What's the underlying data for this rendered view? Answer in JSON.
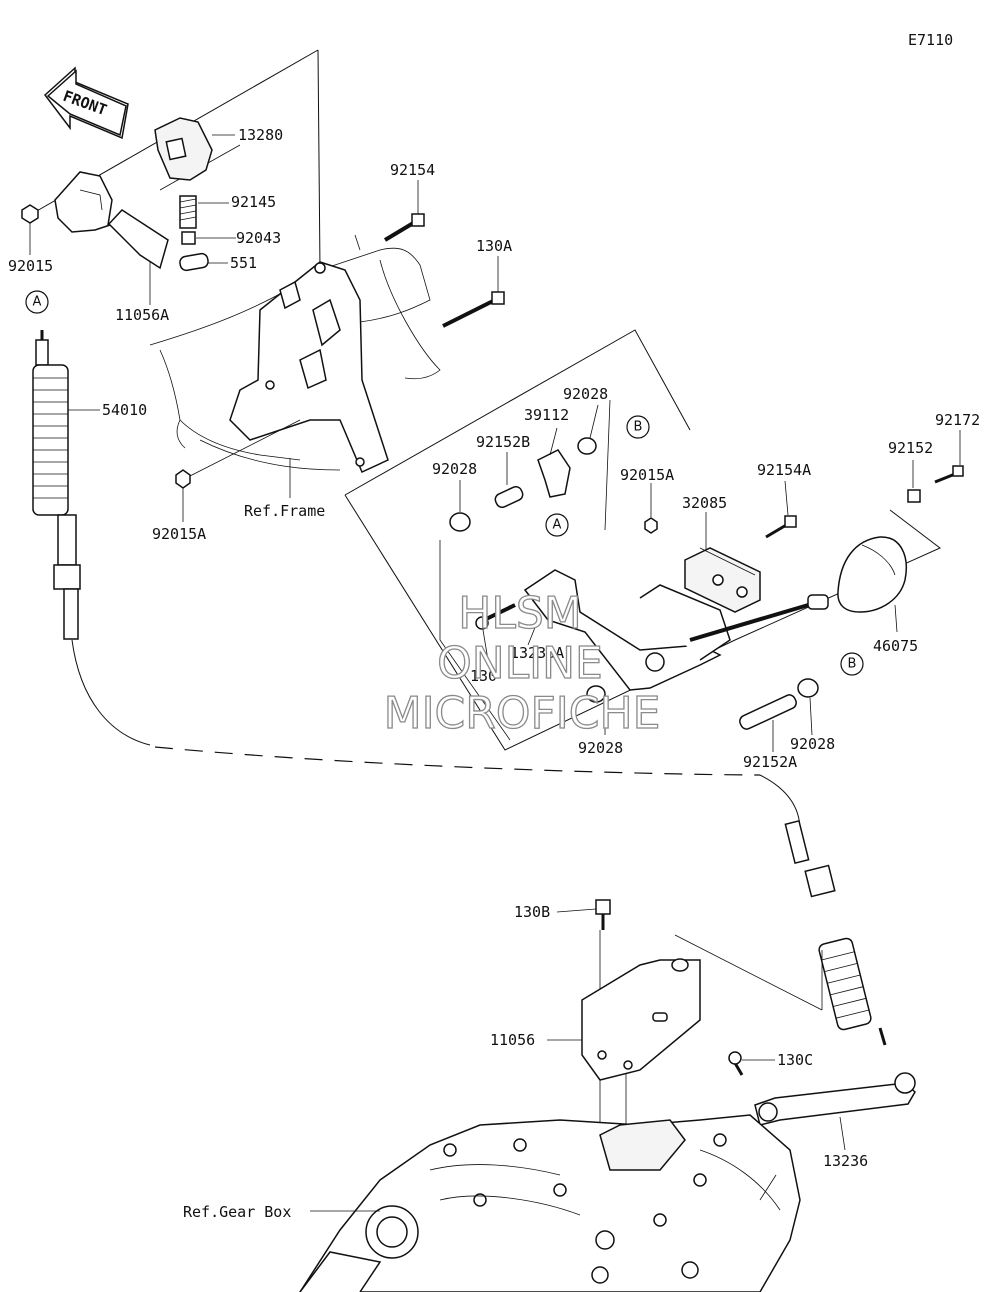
{
  "diagram_code": "E7110",
  "front_label": "FRONT",
  "reference_labels": {
    "frame": "Ref.Frame",
    "gear_box": "Ref.Gear Box"
  },
  "markers": {
    "a": "A",
    "b": "B"
  },
  "watermark": [
    "HLSM",
    "ONLINE",
    "MICROFICHE"
  ],
  "parts": {
    "p13280": "13280",
    "p92145": "92145",
    "p92043": "92043",
    "p551": "551",
    "p92015": "92015",
    "p11056A": "11056A",
    "p92154": "92154",
    "p130A": "130A",
    "p54010": "54010",
    "p92015A_left": "92015A",
    "p92028_top": "92028",
    "p39112": "39112",
    "p92152B": "92152B",
    "p92028_left": "92028",
    "p92015A_mid": "92015A",
    "p92154A": "92154A",
    "p92172": "92172",
    "p92152": "92152",
    "p32085": "32085",
    "p13236A": "13236A",
    "p130": "130",
    "p46075": "46075",
    "p92028_bottom": "92028",
    "p92028_right": "92028",
    "p92152A": "92152A",
    "p130B": "130B",
    "p11056": "11056",
    "p130C": "130C",
    "p13236": "13236"
  }
}
